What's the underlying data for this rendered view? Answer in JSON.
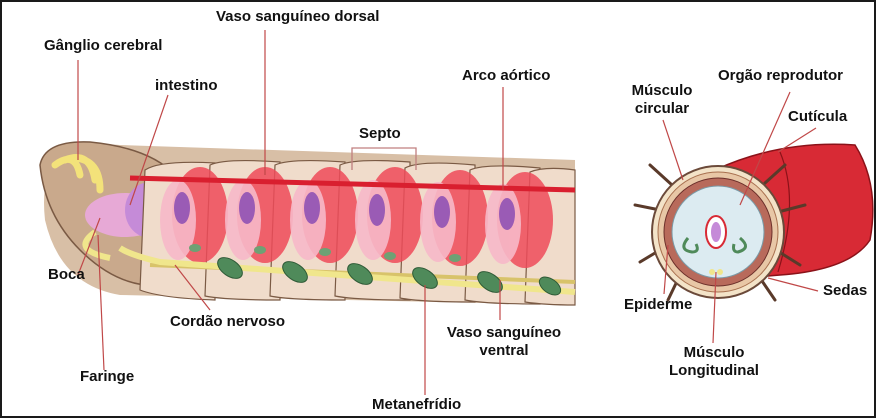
{
  "diagram": {
    "worm_labels": {
      "ganglio": "Gânglio cerebral",
      "vaso_dorsal": "Vaso sanguíneo dorsal",
      "intestino": "intestino",
      "septo": "Septo",
      "arco": "Arco aórtico",
      "boca": "Boca",
      "faringe": "Faringe",
      "cordao": "Cordão nervoso",
      "vaso_ventral_1": "Vaso sanguíneo",
      "vaso_ventral_2": "ventral",
      "metanefridio": "Metanefrídio"
    },
    "section_labels": {
      "musculo_circular_1": "Músculo",
      "musculo_circular_2": "circular",
      "orgao": "Orgão reprodutor",
      "cuticula": "Cutícula",
      "epiderme": "Epiderme",
      "sedas": "Sedas",
      "musculo_long_1": "Músculo",
      "musculo_long_2": "Longitudinal"
    },
    "colors": {
      "skin": "#e8d4bb",
      "muscle_red": "#e8323f",
      "pink": "#f2a0b8",
      "intestine": "#c58bd8",
      "nerve_yellow": "#f0e68c",
      "nephridia_green": "#5d8f64",
      "border": "#1a1a1a"
    }
  }
}
